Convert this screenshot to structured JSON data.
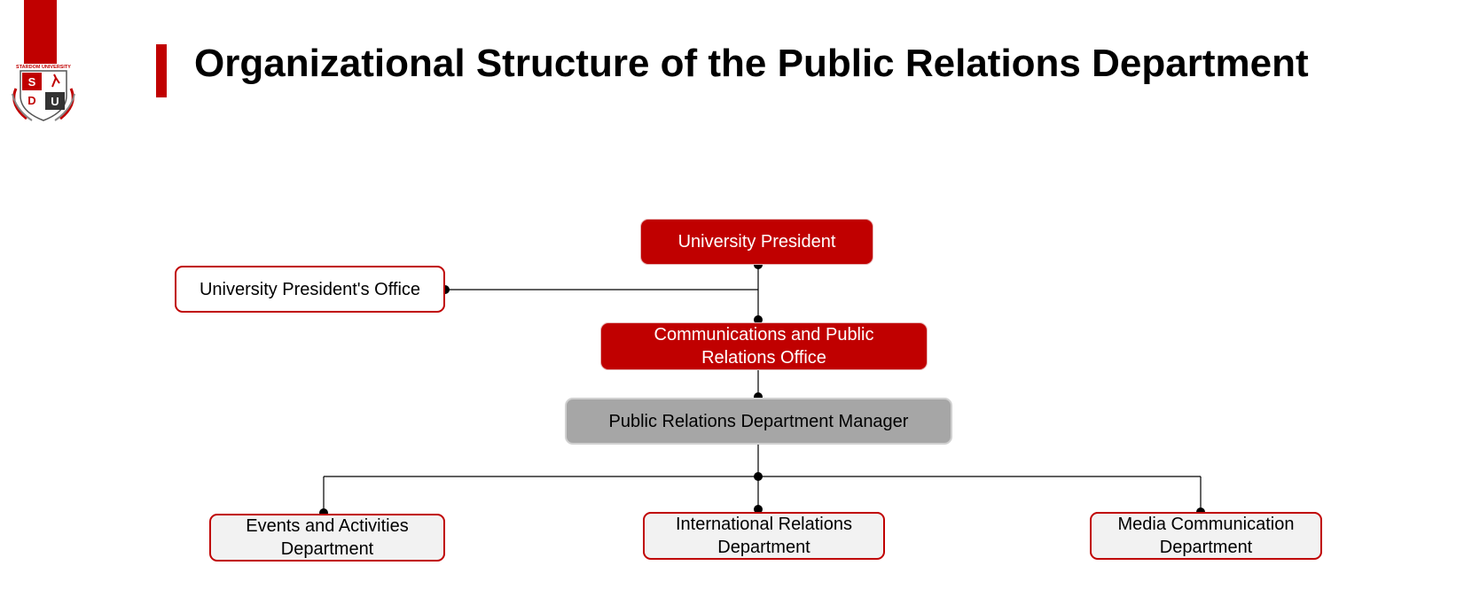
{
  "header": {
    "title": "Organizational Structure of the Public Relations Department",
    "logo": {
      "arc_text": "STARDOM UNIVERSITY",
      "letter_1": "S",
      "letter_2": "D",
      "letter_3": "U"
    }
  },
  "colors": {
    "accent": "#c00000",
    "manager_fill": "#a6a6a6",
    "department_fill": "#f2f2f2"
  },
  "org_chart": {
    "president": "University President",
    "president_office": "University President's Office",
    "comms_office": "Communications and Public Relations Office",
    "manager": "Public Relations Department Manager",
    "departments": [
      "Events and Activities Department",
      "International Relations Department",
      "Media Communication Department"
    ]
  }
}
